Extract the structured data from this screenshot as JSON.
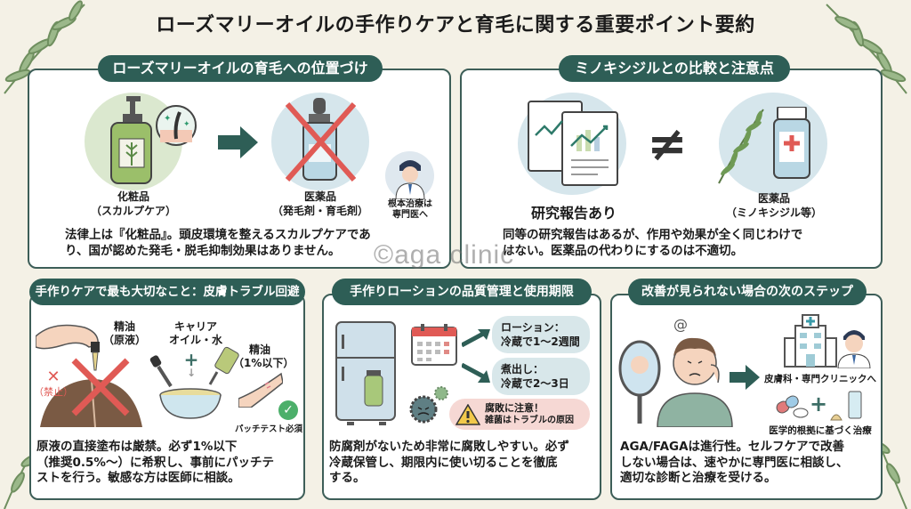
{
  "title": "ローズマリーオイルの手作りケアと育毛に関する重要ポイント要約",
  "watermark": "©aga clinic",
  "colors": {
    "background": "#f4f1e6",
    "pill": "#2e5e56",
    "border": "#3d5e58",
    "accent_red": "#e05a55",
    "leaf_green": "#7aa06a"
  },
  "panels": {
    "positioning": {
      "heading": "ローズマリーオイルの育毛への位置づけ",
      "left_label_1": "化粧品",
      "left_label_2": "（スカルプケア）",
      "right_label_1": "医薬品",
      "right_label_2": "（発毛剤・育毛剤）",
      "doctor_label_1": "根本治療は",
      "doctor_label_2": "専門医へ",
      "body_line_1": "法律上は『化粧品』。頭皮環境を整えるスカルプケアであ",
      "body_line_2": "り、国が認めた発毛・脱毛抑制効果はありません。"
    },
    "comparison": {
      "heading": "ミノキシジルとの比較と注意点",
      "left_label": "研究報告あり",
      "not_equal": "≠",
      "right_label_1": "医薬品",
      "right_label_2": "（ミノキシジル等）",
      "body_line_1": "同等の研究報告はあるが、作用や効果が全く同じわけで",
      "body_line_2": "はない。医薬品の代わりにするのは不適切。"
    },
    "skin_trouble": {
      "heading": "手作りケアで最も大切なこと：皮膚トラブル回避",
      "undiluted_label_1": "精油",
      "undiluted_label_2": "（原液）",
      "prohibited_label": "（禁止）",
      "carrier_label_1": "キャリア",
      "carrier_label_2": "オイル・水",
      "diluted_label_1": "精油",
      "diluted_label_2": "（1%以下）",
      "patch_test_label": "パッチテスト必須",
      "body_line_1": "原液の直接塗布は厳禁。必ず1%以下",
      "body_line_2": "（推奨0.5%〜）に希釈し、事前にパッチテ",
      "body_line_3": "ストを行う。敏感な方は医師に相談。"
    },
    "quality": {
      "heading": "手作りローションの品質管理と使用期限",
      "lotion_title": "ローション：",
      "lotion_period": "冷蔵で1〜2週間",
      "decoction_title": "煮出し：",
      "decoction_period": "冷蔵で2〜3日",
      "warning_title": "腐敗に注意！",
      "warning_text": "雑菌はトラブルの原因",
      "body_line_1": "防腐剤がないため非常に腐敗しやすい。必ず",
      "body_line_2": "冷蔵保管し、期限内に使い切ることを徹底",
      "body_line_3": "する。"
    },
    "next_steps": {
      "heading": "改善が見られない場合の次のステップ",
      "clinic_label": "皮膚科・専門クリニックへ",
      "treatment_label": "医学的根拠に基づく治療",
      "body_line_1": "AGA/FAGAは進行性。セルフケアで改善",
      "body_line_2": "しない場合は、速やかに専門医に相談し、",
      "body_line_3": "適切な診断と治療を受ける。"
    }
  }
}
